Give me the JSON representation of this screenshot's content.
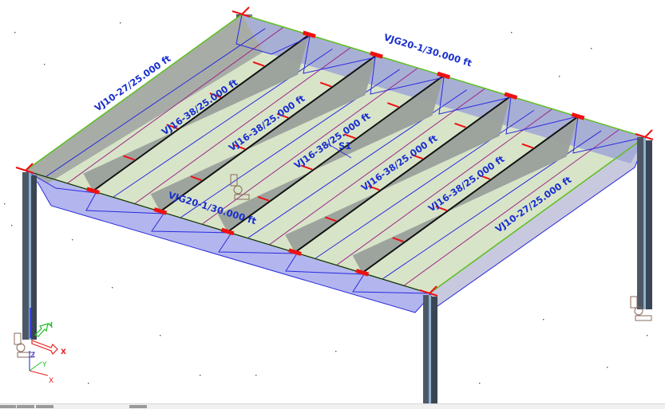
{
  "viewport": {
    "title": "3D structural model view",
    "background": "#ffffff"
  },
  "colors": {
    "deck_fill": "#d8e4c8",
    "joist_fill": "#9aa09c",
    "girder_fill": "#a8acd8",
    "edge_green": "#5fbf1f",
    "member_line_blue": "#2a2adf",
    "member_line_purple": "#9a2a8a",
    "load_red": "#ee1111",
    "label_blue": "#1a2fcf",
    "column_dark": "#3e4a58",
    "column_light": "#7f9ab5",
    "support_brown": "#8a6a5a",
    "axis_x": "#e82020",
    "axis_y": "#20c020",
    "axis_z": "#2020e0"
  },
  "labels": {
    "girder_back": "VJG20-1/30.000 ft",
    "girder_front": "VJG20-1/30.000 ft",
    "edge_joist_left": "VJ10-27/25.000 ft",
    "edge_joist_right": "VJ10-27/25.000 ft",
    "joists": [
      "VJ16-38/25.000 ft",
      "VJ16-38/25.000 ft",
      "VJ16-38/25.000 ft",
      "VJ16-38/25.000 ft",
      "VJ16-38/25.000 ft"
    ],
    "slab_tag": "S1"
  },
  "axes": {
    "global": {
      "x": "X",
      "y": "Y",
      "z": "Z"
    },
    "local": {
      "x": "X",
      "y": "Y",
      "z": "Z"
    }
  },
  "statusbar": {
    "segments": 4
  }
}
